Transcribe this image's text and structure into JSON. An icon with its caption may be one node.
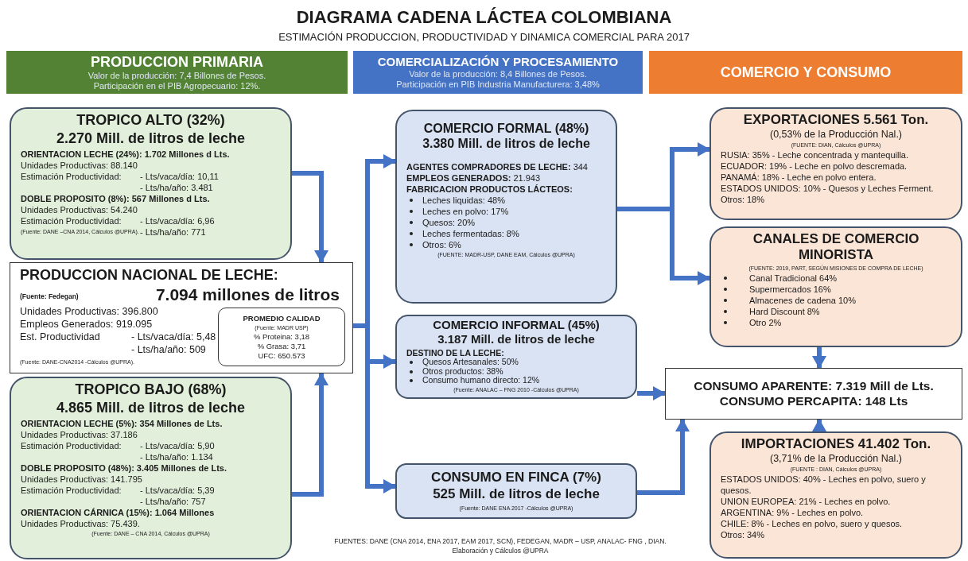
{
  "diagram": {
    "title": "DIAGRAMA CADENA LÁCTEA COLOMBIANA",
    "nodes": [
      {
        "text": [
          "PRODUCCION PRIMARIA",
          "Valor de la producción: 7,4 Billones de Pesos.",
          "Participación en el PIB Agropecuario: 12%."
        ]
      },
      {
        "text": [
          "COMERCIALIZACIÓN Y PROCESAMIENTO",
          "Valor de la producción: 8,4 Billones de Pesos.",
          "Participación en PIB Industria Manufacturera: 3,48%"
        ]
      },
      {
        "text": [
          "COMERCIO Y CONSUMO"
        ]
      },
      {
        "text": [
          "TROPICO ALTO (32%)",
          "2.270 Mill. de litros de leche",
          "ORIENTACION LECHE (24%): 1.702 Millones d Lts.",
          "Unidades Productivas: 88.140",
          "Estimación Productividad:",
          "- Lts/vaca/día: 10,11",
          "- Lts/ha/año: 3.481",
          "DOBLE PROPOSITO (8%): 567 Millones d Lts.",
          "Unidades Productivas: 54.240",
          "Estimación Productividad:",
          "- Lts/vaca/día: 6,96",
          "(Fuente: DANE –CNA 2014, Cálculos @UPRA).",
          "- Lts/ha/año: 771"
        ]
      },
      {
        "text": [
          "PRODUCCION NACIONAL DE LECHE:",
          "(Fuente: Fedegan)",
          "7.094 millones de litros",
          "Unidades Productivas: 396.800",
          "Empleos Generados: 919.095",
          "Est. Productividad",
          "- Lts/vaca/día: 5,48",
          "- Lts/ha/año: 509",
          "(Fuente: DANE-CNA2014 -Cálculos @UPRA)."
        ]
      },
      {
        "text": [
          "PROMEDIO CALIDAD",
          "(Fuente: MADR USP)",
          "% Proteina: 3,18",
          "% Grasa: 3,71",
          "UFC: 650.573"
        ],
        "in": 4
      },
      {
        "text": [
          "TROPICO BAJO (68%)",
          "4.865 Mill. de litros de leche",
          "ORIENTACION LECHE (5%): 354 Millones de Lts.",
          "Unidades Productivas: 37.186",
          "Estimación Productividad:",
          "- Lts/vaca/día: 5,90",
          "- Lts/ha/año: 1.134",
          "DOBLE PROPOSITO (48%): 3.405 Millones de Lts.",
          "Unidades Productivas: 141.795",
          "Estimación Productividad:",
          "- Lts/vaca/día: 5,39",
          "- Lts/ha/año: 757",
          "ORIENTACION CÁRNICA (15%): 1.064 Millones",
          "Unidades Productivas: 75.439.",
          "(Fuente: DANE – CNA 2014, Cálculos @UPRA)"
        ]
      },
      {
        "text": [
          "COMERCIO FORMAL (48%)",
          "3.380 Mill. de litros de leche",
          "**AGENTES COMPRADORES DE LECHE:** 344",
          "**EMPLEOS GENERADOS:** 21.943",
          "FABRICACION PRODUCTOS LÁCTEOS:",
          "Leches liquidas: 48%",
          "Leches en polvo: 17%",
          "Quesos: 20%",
          "Leches fermentadas: 8%",
          "Otros: 6%",
          "(FUENTE: MADR-USP, DANE EAM, Cálculos @UPRA)"
        ]
      },
      {
        "text": [
          "COMERCIO INFORMAL (45%)",
          "3.187 Mill. de litros de leche",
          "DESTINO DE LA LECHE:",
          "Quesos Artesanales: 50%",
          "Otros productos: 38%",
          "Consumo humano directo: 12%",
          "(Fuente: ANALAC – FNG 2010 -Cálculos @UPRA)"
        ]
      },
      {
        "text": [
          "CONSUMO EN FINCA (7%)",
          "525 Mill. de litros de leche",
          "(Fuente: DANE ENA 2017 -Cálculos @UPRA)"
        ]
      },
      {
        "text": [
          "EXPORTACIONES 5.561 Ton.",
          "(0,53% de la Producción Nal.)",
          "(FUENTE: DIAN, Cálculos @UPRA)",
          "RUSIA: 35% - Leche concentrada y mantequilla.",
          "ECUADOR: 19% - Leche en polvo descremada.",
          "PANAMÁ: 18% - Leche en polvo entera.",
          "ESTADOS UNIDOS: 10% - Quesos y Leches Ferment.",
          "Otros: 18%"
        ]
      },
      {
        "text": [
          "CANALES DE COMERCIO MINORISTA",
          "(FUENTE: 2019, PART, SEGÚN MISIONES DE COMPRA DE LECHE)",
          "Canal Tradicional 64%",
          "Supermercados 16%",
          "Almacenes de cadena 10%",
          "Hard Discount 8%",
          "Otro 2%"
        ]
      },
      {
        "text": [
          "CONSUMO APARENTE: 7.319 Mill de Lts.",
          "CONSUMO PERCAPITA: 148 Lts"
        ]
      },
      {
        "text": [
          "IMPORTACIONES 41.402 Ton.",
          "(3,71% de la Producción Nal.)",
          "(FUENTE : DIAN, Cálculos @UPRA)",
          "ESTADOS UNIDOS: 40% - Leches en polvo, suero y quesos.",
          "UNION EUROPEA: 21% - Leches en polvo.",
          "ARGENTINA: 9% - Leches en polvo.",
          "CHILE: 8% - Leches en polvo, suero y quesos.",
          "Otros: 34%"
        ]
      }
    ],
    "edges": [
      {
        "from": 3,
        "to": 4,
        "arrow": "to"
      },
      {
        "from": 6,
        "to": 4,
        "arrow": "to"
      },
      {
        "from": 4,
        "to": 7,
        "arrow": "to"
      },
      {
        "from": 4,
        "to": 8,
        "arrow": "to"
      },
      {
        "from": 4,
        "to": 9,
        "arrow": "to"
      },
      {
        "from": 7,
        "to": 10,
        "arrow": "to"
      },
      {
        "from": 7,
        "to": 11,
        "arrow": "to"
      },
      {
        "from": 8,
        "to": 12,
        "arrow": "to"
      },
      {
        "from": 9,
        "to": 12,
        "arrow": "to"
      },
      {
        "from": 11,
        "to": 12,
        "arrow": "to"
      },
      {
        "from": 13,
        "to": 12,
        "arrow": "to"
      }
    ],
    "labels": [
      "ESTIMACIÓN PRODUCCION, PRODUCTIVIDAD Y DINAMICA COMERCIAL PARA 2017",
      "FUENTES: DANE (CNA 2014, ENA 2017, EAM 2017, SCN), FEDEGAN, MADR – USP, ANALAC- FNG , DIAN.",
      "Elaboración y Cálculos @UPRA"
    ]
  }
}
